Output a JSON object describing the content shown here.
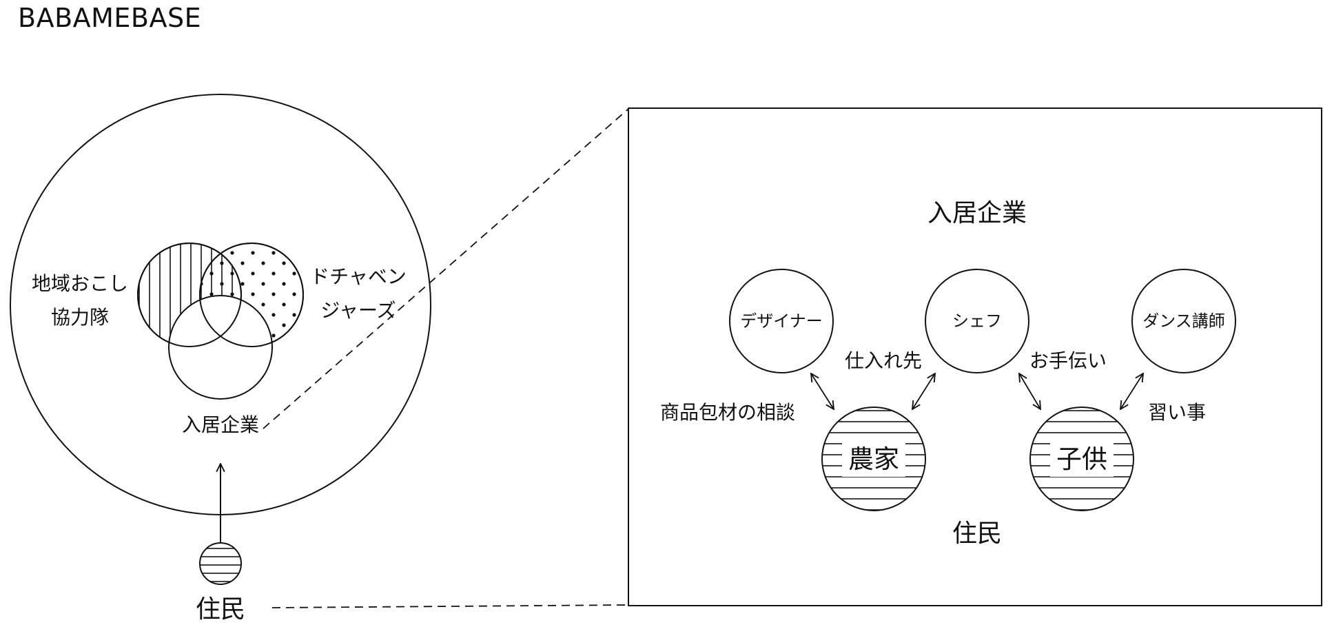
{
  "title": "BABAMEBASE",
  "left": {
    "venn_labels": {
      "chiiki_line1": "地域おこし",
      "chiiki_line2": "協力隊",
      "dochya_line1": "ドチャベン",
      "dochya_line2": "ジャーズ",
      "nyukyo": "入居企業"
    },
    "resident_label": "住民"
  },
  "right": {
    "top_label": "入居企業",
    "bottom_label": "住民",
    "roles": {
      "designer": "デザイナー",
      "chef": "シェフ",
      "dance": "ダンス講師"
    },
    "residents": {
      "farmer": "農家",
      "child": "子供"
    },
    "relations": {
      "packaging": "商品包材の相談",
      "supplier": "仕入れ先",
      "help": "お手伝い",
      "lessons": "習い事"
    }
  }
}
